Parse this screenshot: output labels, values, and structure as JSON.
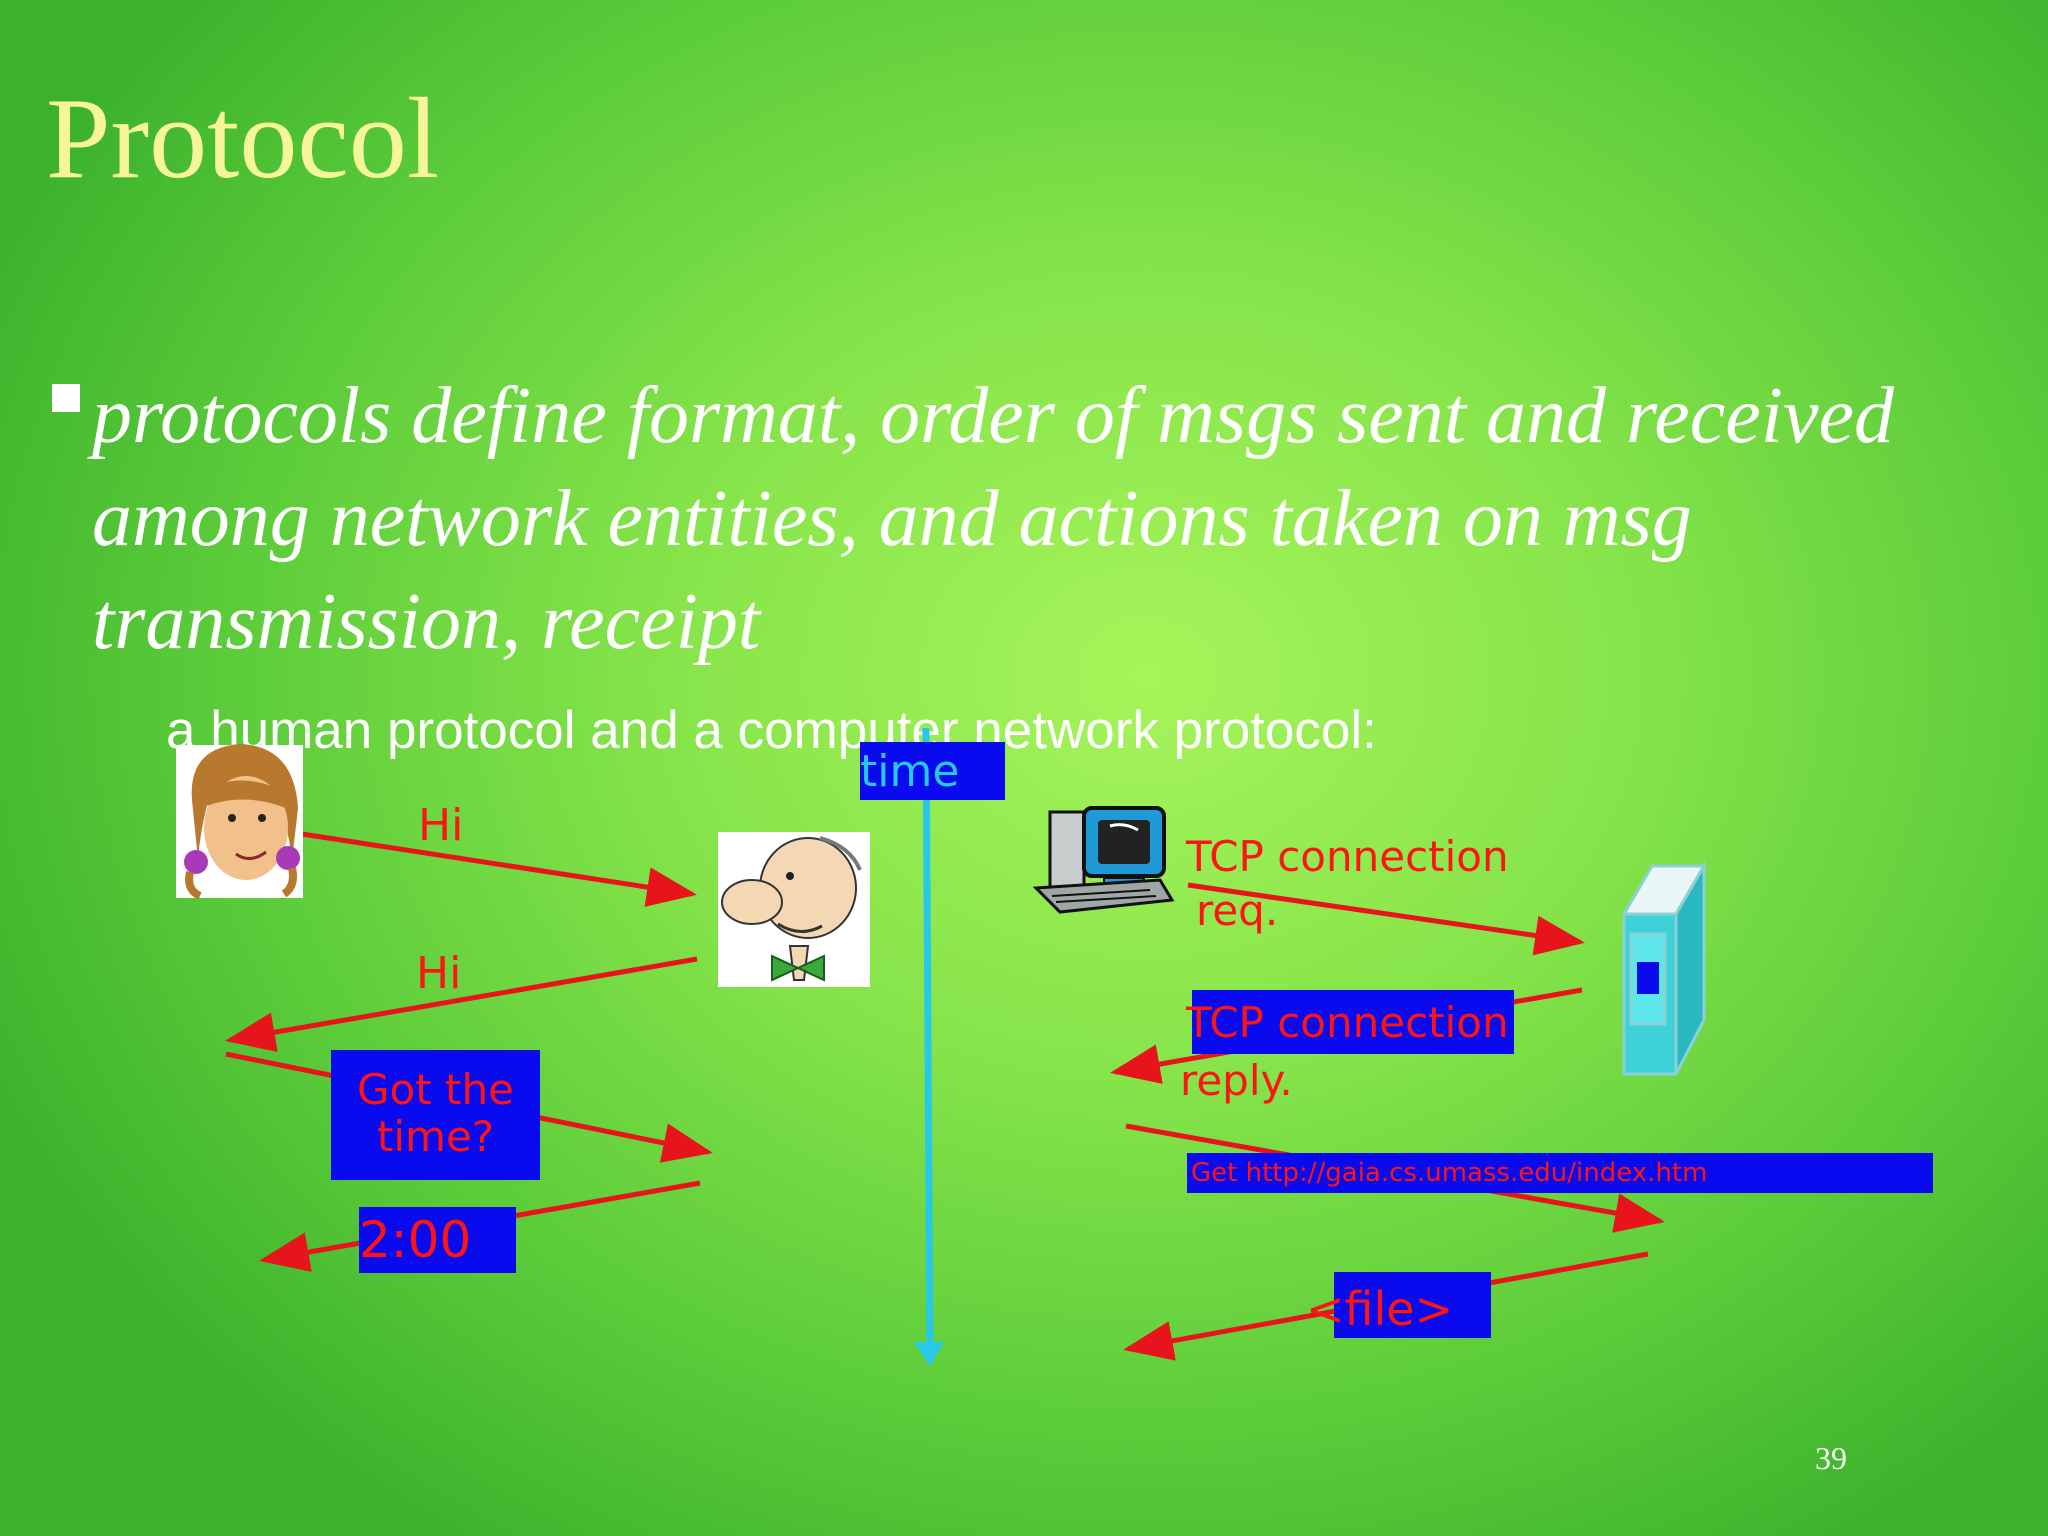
{
  "slide": {
    "title": "Protocol",
    "bullet": "protocols define format, order of msgs sent and received among network entities, and actions taken on msg transmission, receipt",
    "subheading": "a human protocol and a computer network protocol:",
    "page_number": "39"
  },
  "timeline": {
    "label": "time"
  },
  "human_protocol": {
    "hi_1": "Hi",
    "hi_2": "Hi",
    "question": "Got the time?",
    "answer": "2:00"
  },
  "network_protocol": {
    "request_line1": "TCP connection",
    "request_line2": "req.",
    "reply_line1": "TCP connection",
    "reply_line2": "reply.",
    "get_request": "Get http://gaia.cs.umass.edu/index.htm",
    "file": "<file>"
  },
  "colors": {
    "arrow": "#e8141c",
    "box": "#0a0aef",
    "timeline": "#28c8e8",
    "title": "#f6f59a"
  },
  "icons": [
    "woman-face-icon",
    "man-face-icon",
    "computer-icon",
    "server-icon"
  ]
}
